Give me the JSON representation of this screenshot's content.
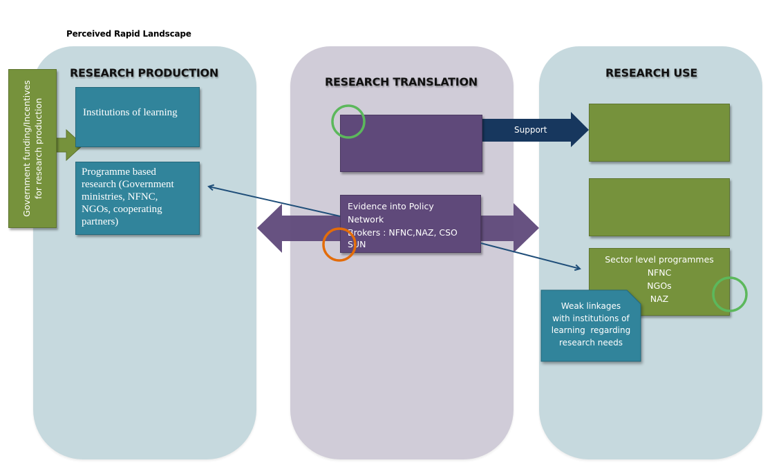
{
  "diagram_title": "Perceived Rapid Landscape",
  "colors": {
    "panel_blue": "#c6d9de",
    "panel_lilac": "#d0ccd8",
    "teal_box": "#31849b",
    "purple_box": "#5f497a",
    "green_box": "#76923c",
    "support_arrow": "#17375e",
    "connector_line": "#1f4e79",
    "highlight_green": "#5cb85c",
    "highlight_orange": "#e36c0a"
  },
  "panels": {
    "production": {
      "heading": "RESEARCH PRODUCTION",
      "boxes": {
        "institutions": "Institutions of learning",
        "programme_line1": "Programme based",
        "programme_line2": "research (Government",
        "programme_line3": "ministries, NFNC,",
        "programme_line4": "NGOs, cooperating",
        "programme_line5": "partners)"
      }
    },
    "translation": {
      "heading": "RESEARCH TRANSLATION",
      "boxes": {
        "top_empty": "",
        "network_line1": "Evidence into Policy",
        "network_line2": "Network",
        "network_line3": "Brokers : NFNC,NAZ, CSO",
        "network_line4": "SUN"
      }
    },
    "use": {
      "heading": "RESEARCH USE",
      "boxes": {
        "sector_line1": "Sector level programmes",
        "sector_line2": "NFNC",
        "sector_line3": "NGOs",
        "sector_line4": "NAZ"
      }
    }
  },
  "side_arrow": {
    "line1": "Government funding/Incentives",
    "line2": "for research production"
  },
  "support_arrow_label": "Support",
  "callout": {
    "line1": "Weak linkages",
    "line2": "with institutions of",
    "line3": "learning  regarding",
    "line4": "research needs"
  }
}
